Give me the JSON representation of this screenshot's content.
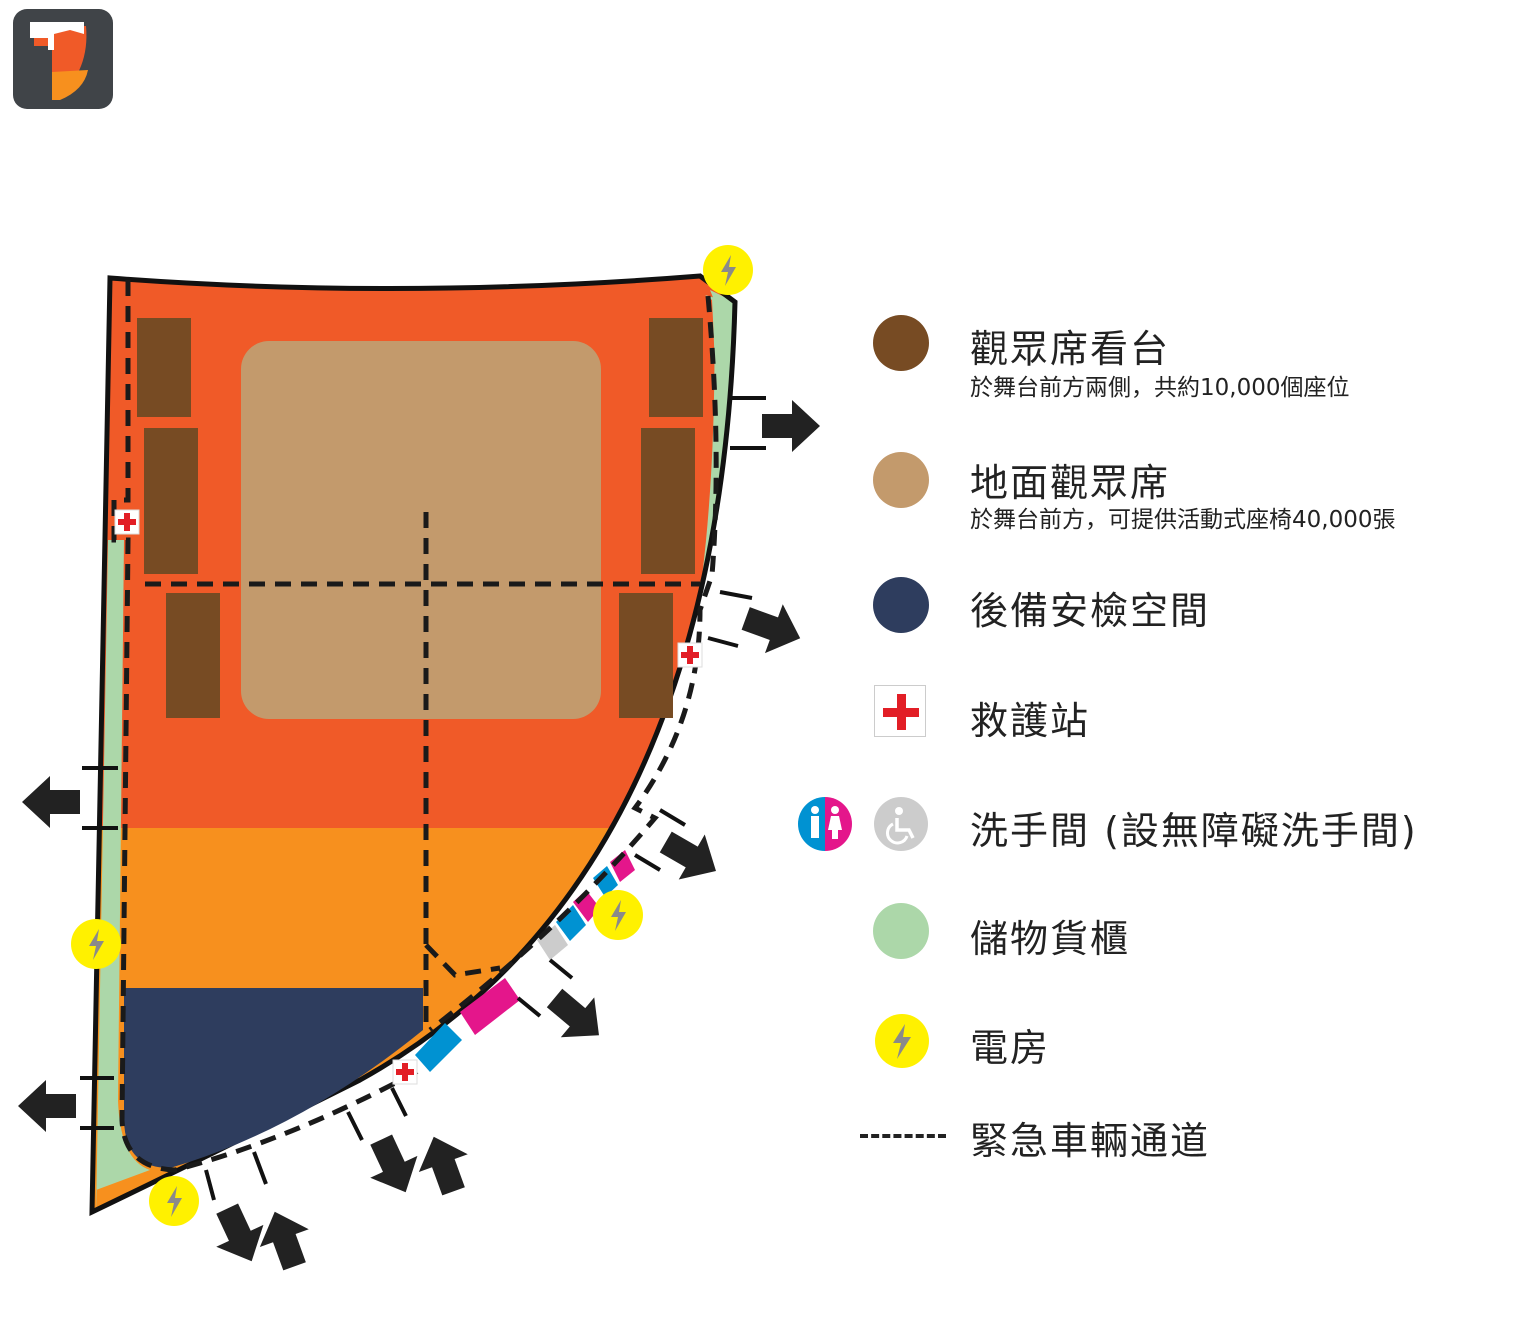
{
  "legend": {
    "seating_stands": {
      "title": "觀眾席看台",
      "sub": "於舞台前方兩側，共約10,000個座位",
      "color": "#774b23"
    },
    "floor_audience": {
      "title": "地面觀眾席",
      "sub": "於舞台前方，可提供活動式座椅40,000張",
      "color": "#c39a6c"
    },
    "backstage_security": {
      "title": "後備安檢空間",
      "color": "#2e3d5e"
    },
    "first_aid": {
      "title": "救護站",
      "icon": "red-cross-icon",
      "color": "#e21e26"
    },
    "restrooms": {
      "title": "洗手間  (設無障礙洗手間)",
      "icon": "restroom-icon",
      "accessible_icon": "wheelchair-icon",
      "male_color": "#0092d2",
      "female_color": "#e4168b",
      "accessible_color": "#cccccc"
    },
    "storage": {
      "title": "儲物貨櫃",
      "color": "#acd7a9"
    },
    "power_room": {
      "title": "電房",
      "icon": "lightning-icon",
      "color": "#fff100"
    },
    "emergency_route": {
      "title": "緊急車輛通道",
      "icon": "dashed-line"
    }
  },
  "colors": {
    "site_front": "#f05a28",
    "site_rear": "#f7901e",
    "outline": "#111111",
    "arrow": "#222222"
  },
  "app_icon": "logo-icon"
}
